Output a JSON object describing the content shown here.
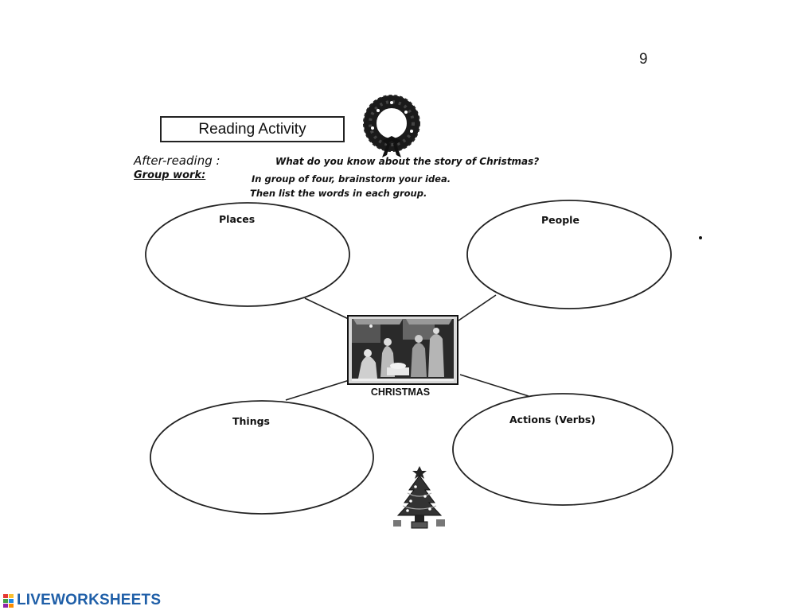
{
  "page": {
    "number": "9"
  },
  "header": {
    "title": "Reading Activity"
  },
  "instructions": {
    "after_reading_label": "After-reading :",
    "after_reading_question": "What do you know about the story of Christmas?",
    "group_work_label": "Group work:",
    "group_work_line1": "In group of four, brainstorm your idea.",
    "group_work_line2": "Then list the words in each group."
  },
  "word_web": {
    "center_label": "CHRISTMAS",
    "groups": [
      {
        "label": "Places"
      },
      {
        "label": "People"
      },
      {
        "label": "Things"
      },
      {
        "label": "Actions (Verbs)"
      }
    ]
  },
  "icons": {
    "wreath": "wreath-icon",
    "nativity": "nativity-scene-image",
    "tree": "christmas-tree-icon",
    "brand_logo": "liveworksheets-logo-icon"
  },
  "footer": {
    "brand": "LIVEWORKSHEETS"
  },
  "colors": {
    "ink": "#111111",
    "brand_blue": "#1f5fa8"
  }
}
